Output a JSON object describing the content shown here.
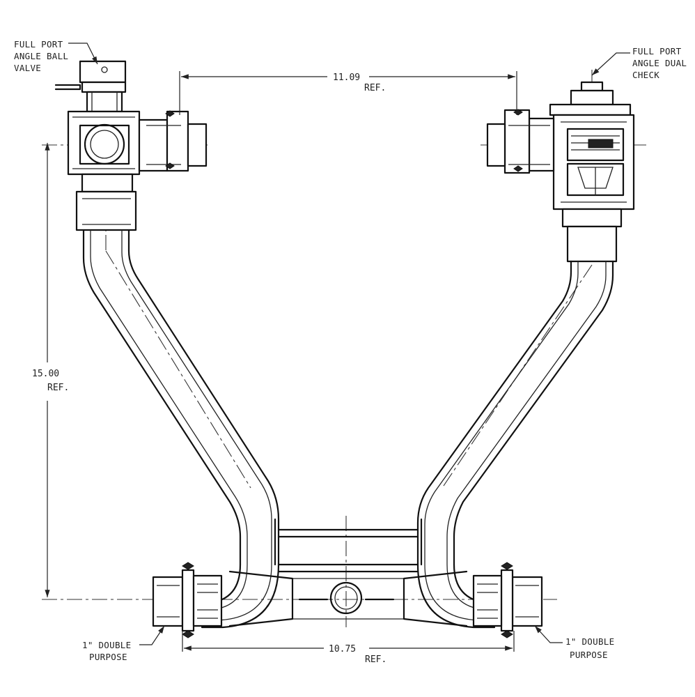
{
  "callouts": {
    "ball_valve": [
      "FULL PORT",
      "ANGLE BALL",
      "VALVE"
    ],
    "dual_check": [
      "FULL PORT",
      "ANGLE DUAL",
      "CHECK"
    ],
    "double_purpose_left": [
      "1\" DOUBLE",
      "PURPOSE"
    ],
    "double_purpose_right": [
      "1\" DOUBLE",
      "PURPOSE"
    ]
  },
  "dimensions": {
    "top_width": {
      "value": "11.09",
      "ref": "REF."
    },
    "height": {
      "value": "15.00",
      "ref": "REF."
    },
    "bottom_width": {
      "value": "10.75",
      "ref": "REF."
    }
  }
}
